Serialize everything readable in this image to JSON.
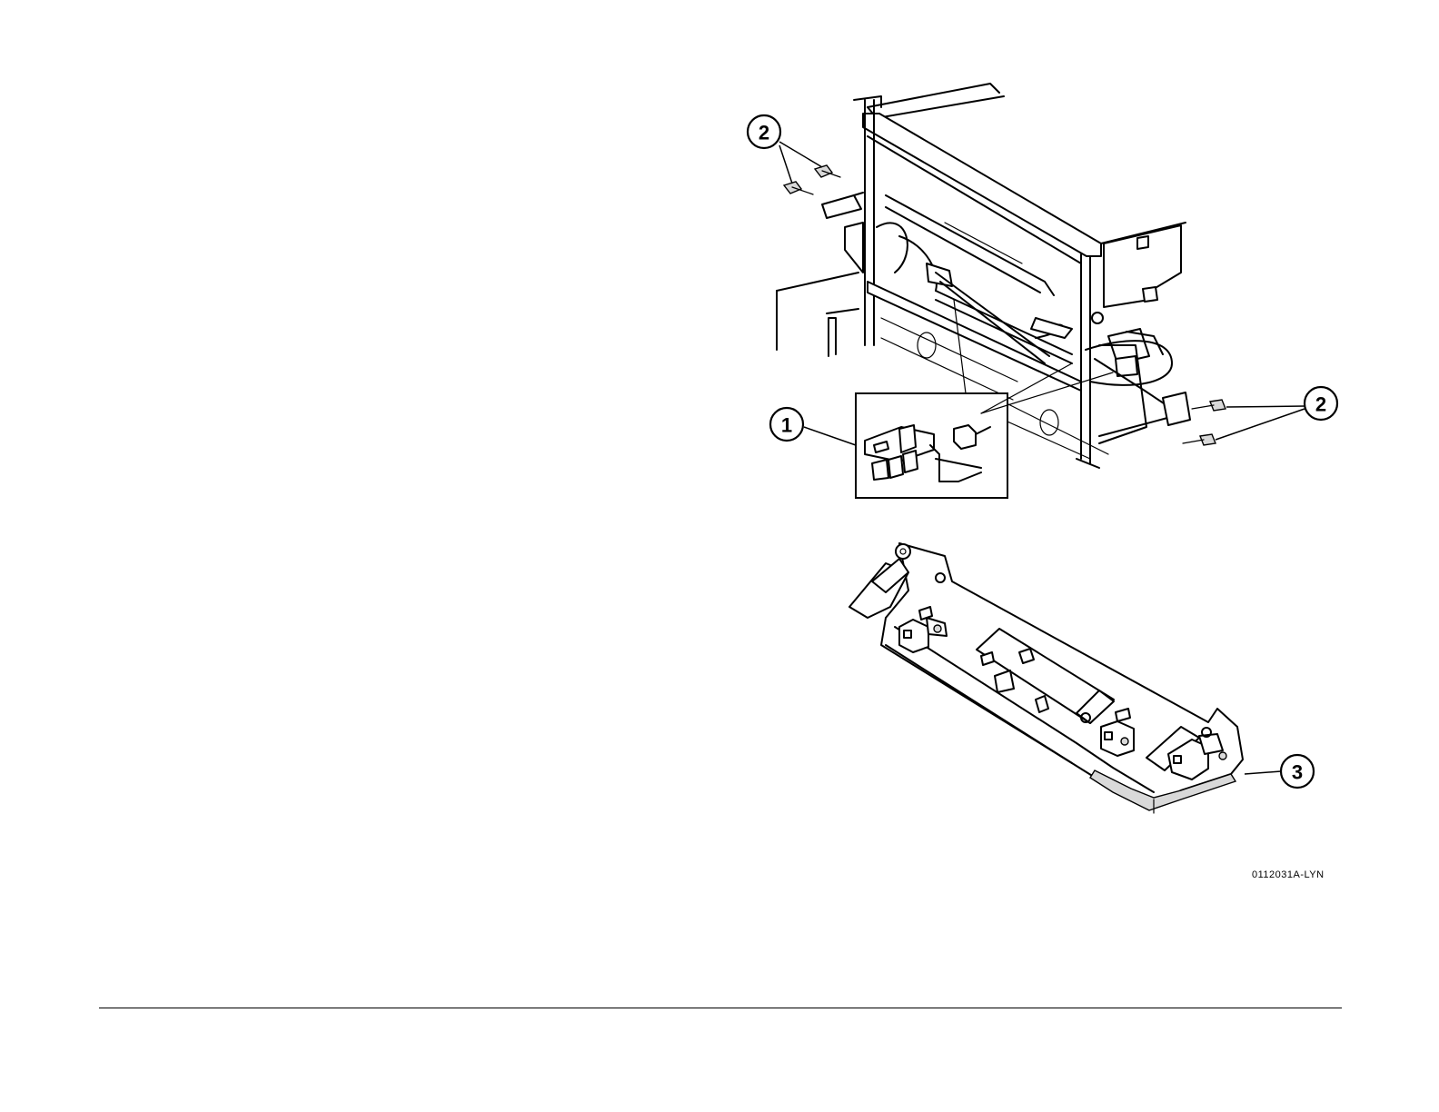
{
  "figure": {
    "figure_id": "0112031A-LYN",
    "callouts": [
      {
        "label": "1"
      },
      {
        "label": "2"
      },
      {
        "label": "2"
      },
      {
        "label": "3"
      }
    ]
  }
}
